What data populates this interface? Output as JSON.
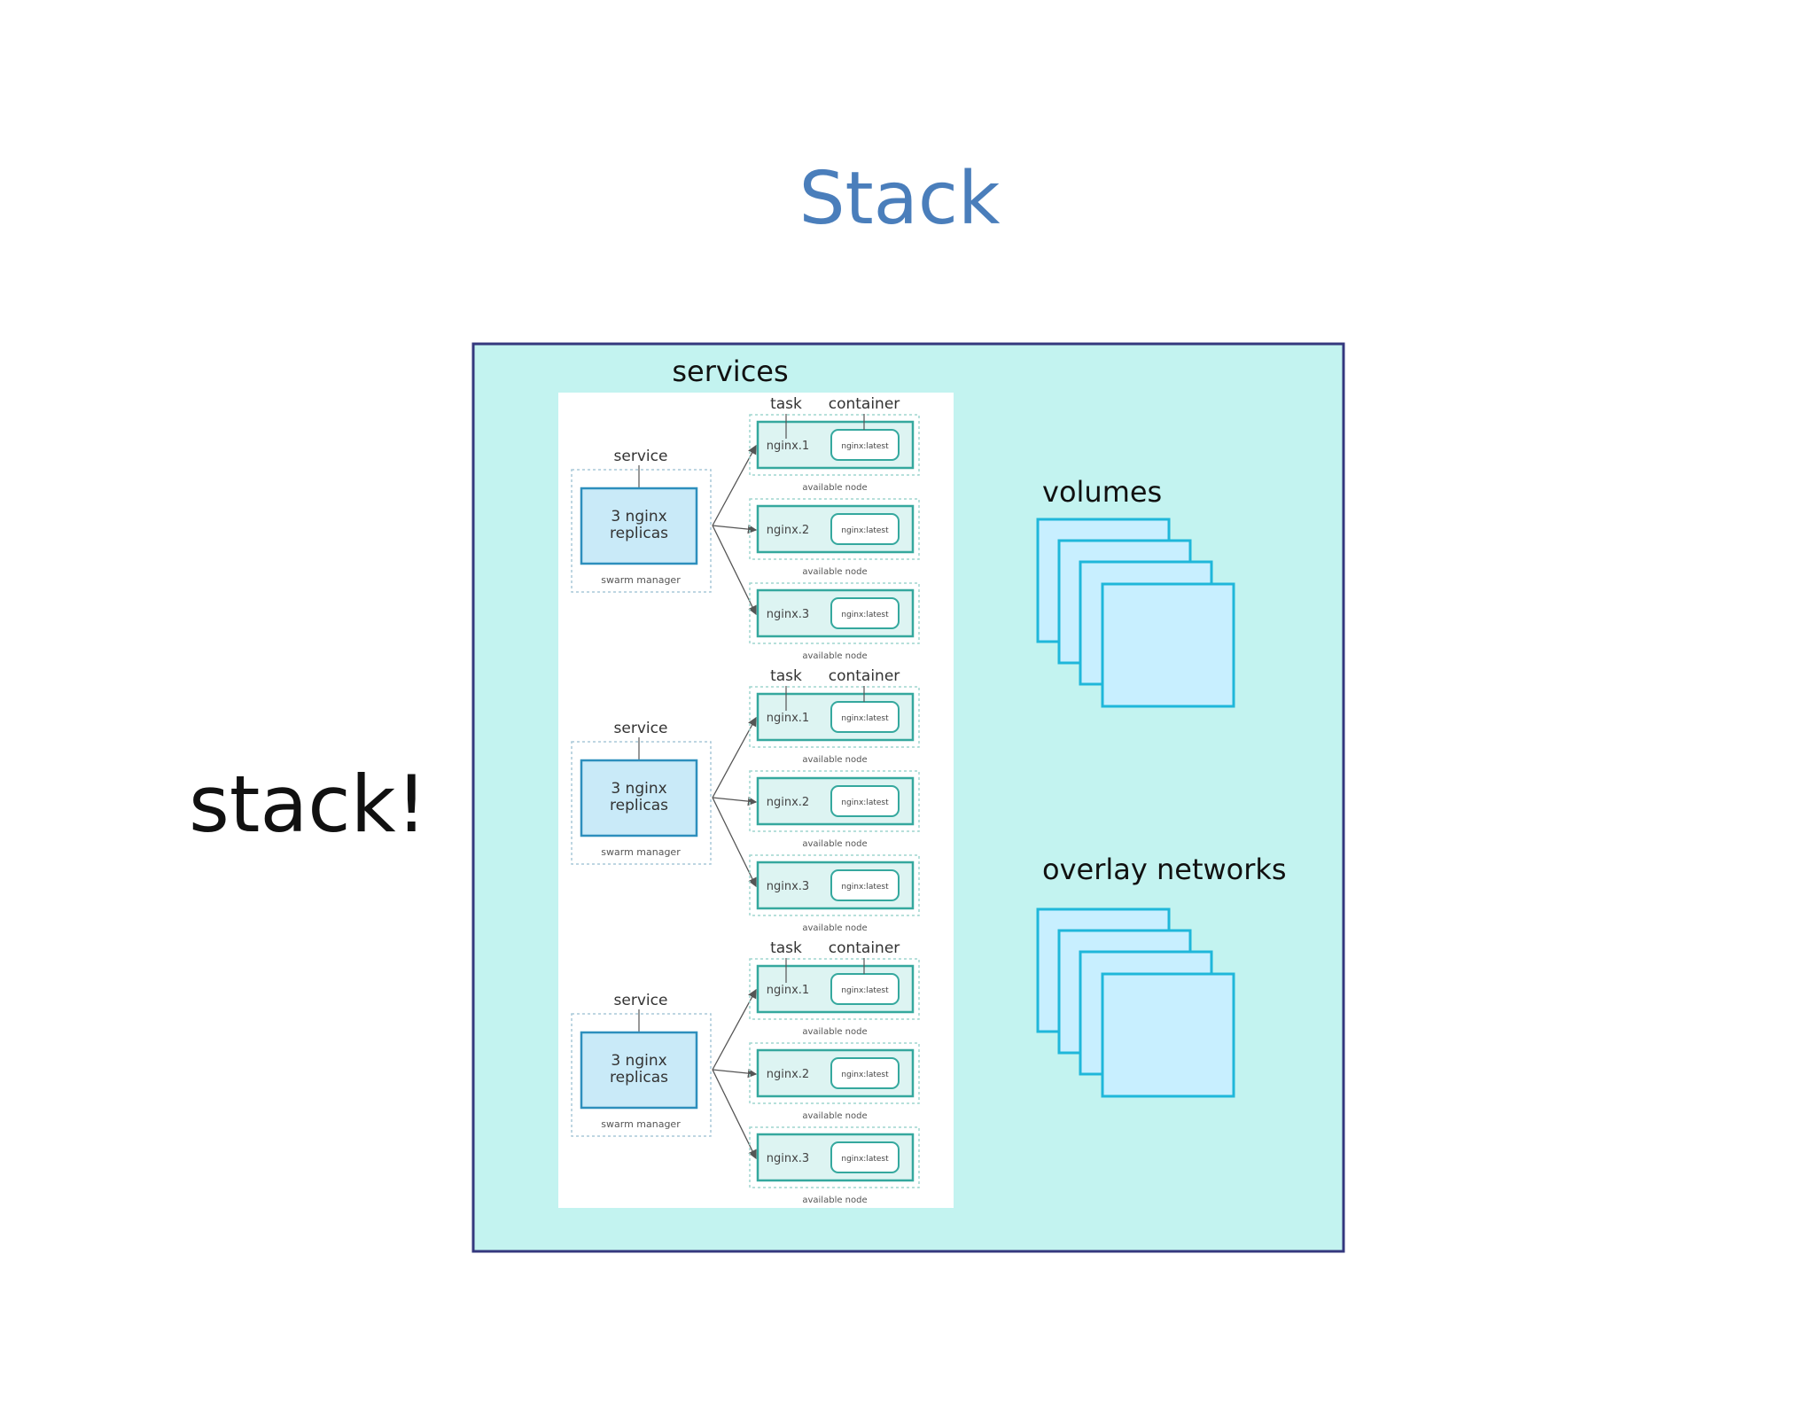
{
  "slide": {
    "title": "Stack",
    "side_label": "stack!"
  },
  "services_panel": {
    "label": "services",
    "groups": [
      {
        "task_label": "task",
        "container_label": "container",
        "service_label": "service",
        "service_box_line1": "3 nginx",
        "service_box_line2": "replicas",
        "manager_label": "swarm manager",
        "tasks": [
          {
            "task": "nginx.1",
            "container": "nginx:latest",
            "node": "available node"
          },
          {
            "task": "nginx.2",
            "container": "nginx:latest",
            "node": "available node"
          },
          {
            "task": "nginx.3",
            "container": "nginx:latest",
            "node": "available node"
          }
        ]
      },
      {
        "task_label": "task",
        "container_label": "container",
        "service_label": "service",
        "service_box_line1": "3 nginx",
        "service_box_line2": "replicas",
        "manager_label": "swarm manager",
        "tasks": [
          {
            "task": "nginx.1",
            "container": "nginx:latest",
            "node": "available node"
          },
          {
            "task": "nginx.2",
            "container": "nginx:latest",
            "node": "available node"
          },
          {
            "task": "nginx.3",
            "container": "nginx:latest",
            "node": "available node"
          }
        ]
      },
      {
        "task_label": "task",
        "container_label": "container",
        "service_label": "service",
        "service_box_line1": "3 nginx",
        "service_box_line2": "replicas",
        "manager_label": "swarm manager",
        "tasks": [
          {
            "task": "nginx.1",
            "container": "nginx:latest",
            "node": "available node"
          },
          {
            "task": "nginx.2",
            "container": "nginx:latest",
            "node": "available node"
          },
          {
            "task": "nginx.3",
            "container": "nginx:latest",
            "node": "available node"
          }
        ]
      }
    ]
  },
  "volumes": {
    "label": "volumes"
  },
  "networks": {
    "label": "overlay networks"
  },
  "colors": {
    "title": "#4a7ebb",
    "panel_bg": "#c3f3f0",
    "panel_border": "#34387e",
    "stack_square_fill": "#c8efff",
    "stack_square_stroke": "#1fb7da",
    "task_border": "#35a89e",
    "service_fill": "#c9eaf8",
    "service_stroke": "#2d8fbd"
  }
}
